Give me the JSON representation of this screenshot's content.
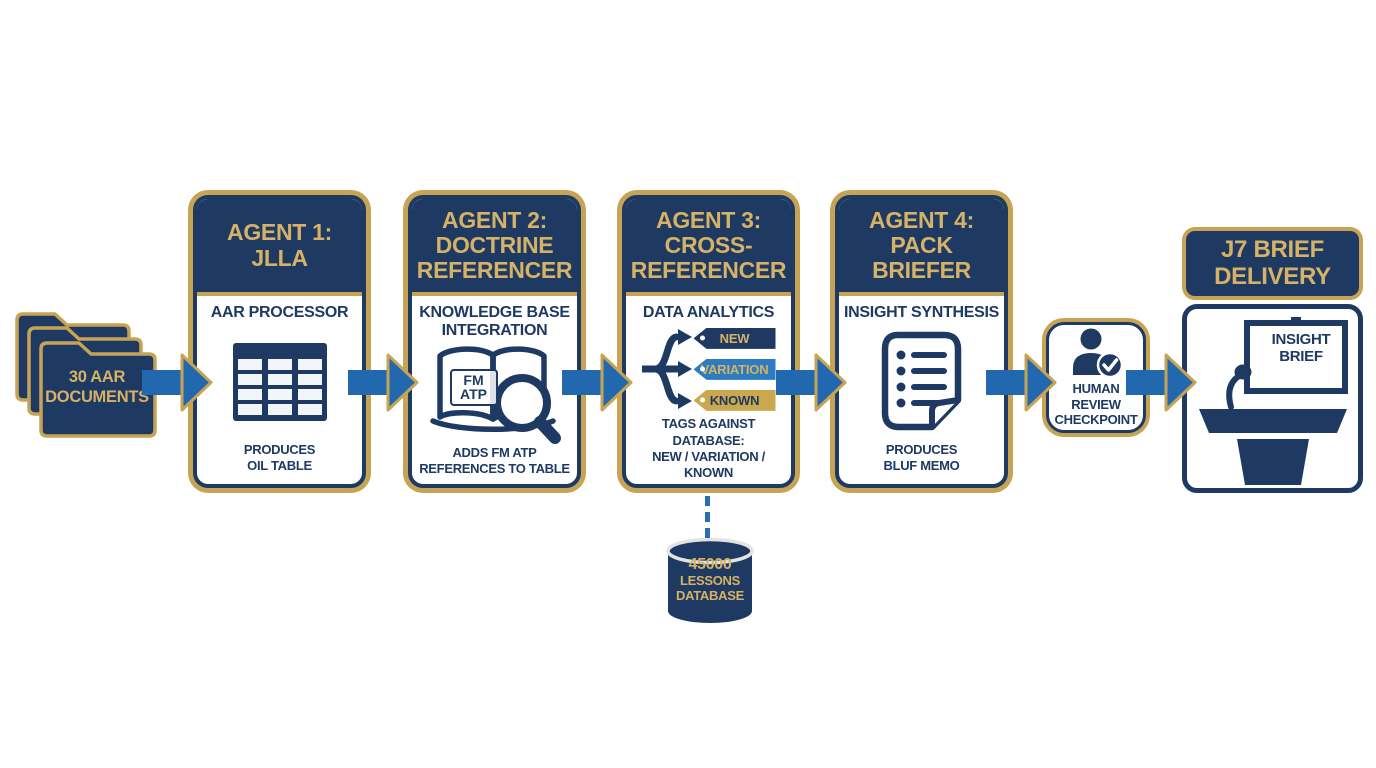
{
  "palette": {
    "navy": "#1e3a63",
    "gold_frame": "#c7a356",
    "gold_text": "#d6b266",
    "arrow_blue": "#2268ae",
    "variation_blue": "#2e7cc0",
    "known_gold": "#c9a84f",
    "background": "#ffffff"
  },
  "source": {
    "label": "30 AAR\nDOCUMENTS"
  },
  "agents": [
    {
      "header": "AGENT 1:\nJLLA",
      "subtitle": "AAR PROCESSOR",
      "caption": "PRODUCES\nOIL TABLE",
      "icon": "table-icon"
    },
    {
      "header": "AGENT 2:\nDOCTRINE\nREFERENCER",
      "subtitle": "KNOWLEDGE BASE\nINTEGRATION",
      "caption": "ADDS FM ATP\nREFERENCES TO TABLE",
      "icon": "book-magnifier-icon",
      "book_label": "FM\nATP"
    },
    {
      "header": "AGENT 3:\nCROSS-\nREFERENCER",
      "subtitle": "DATA ANALYTICS",
      "caption": "TAGS AGAINST DATABASE:\nNEW / VARIATION / KNOWN",
      "icon": "branch-arrows-icon",
      "tags": [
        {
          "label": "NEW"
        },
        {
          "label": "VARIATION"
        },
        {
          "label": "KNOWN"
        }
      ]
    },
    {
      "header": "AGENT 4:\nPACK\nBRIEFER",
      "subtitle": "INSIGHT SYNTHESIS",
      "caption": "PRODUCES\nBLUF MEMO",
      "icon": "memo-icon"
    }
  ],
  "checkpoint": {
    "label": "HUMAN\nREVIEW\nCHECKPOINT"
  },
  "delivery": {
    "header": "J7 BRIEF\nDELIVERY",
    "screen_label": "INSIGHT\nBRIEF"
  },
  "database": {
    "count": "45000",
    "line2": "LESSONS",
    "line3": "DATABASE"
  }
}
